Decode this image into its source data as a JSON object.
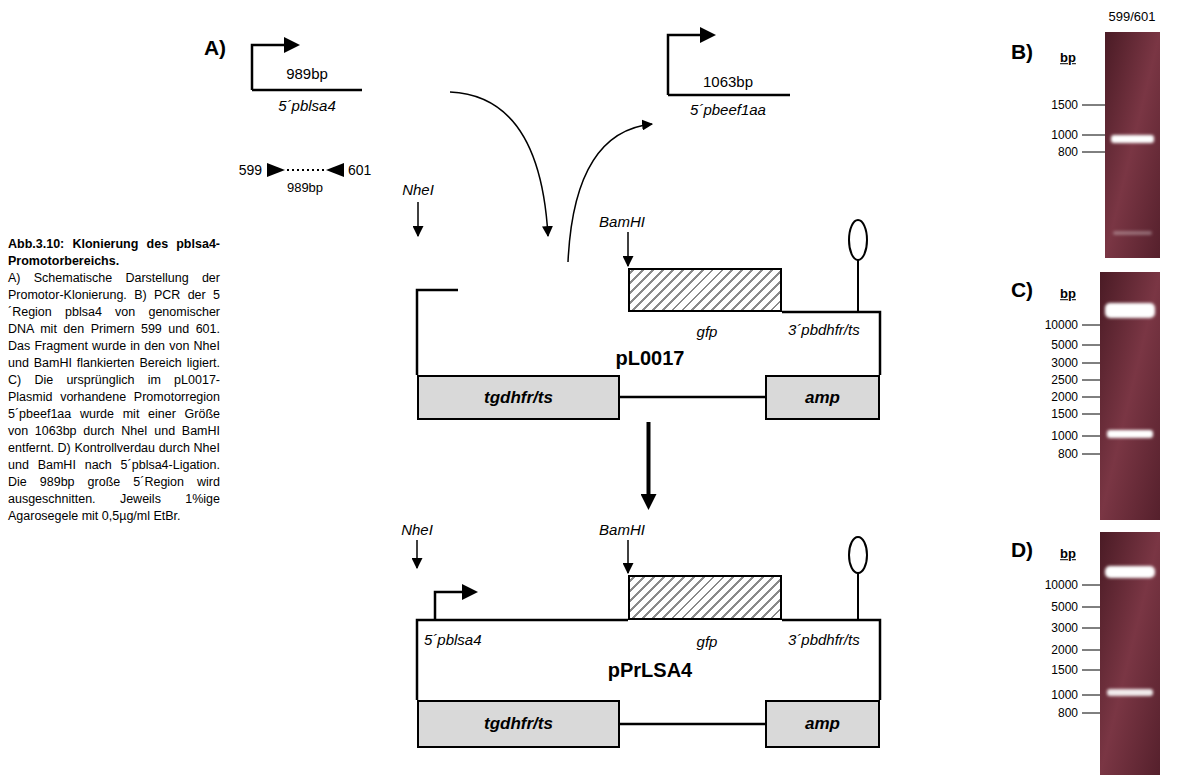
{
  "diagram": {
    "title": "Abb.3.10: Klonierung des pblsa4-Promotorbereichs.",
    "caption": "A) Schematische Darstellung der Promotor-Klonierung. B) PCR der 5´Region pblsa4 von genomischer DNA mit den Primern 599 und 601. Das Fragment wurde in den von NheI und BamHI flankierten Bereich ligiert. C) Die ursprünglich im pL0017-Plasmid vorhandene Promotorregion 5´pbeef1aa wurde mit einer Größe von 1063bp durch NheI und BamHI entfernt. D) Kontrollverdau durch NheI und BamHI nach 5´pblsa4-Ligation. Die 989bp große 5´Region wird ausgeschnitten. Jeweils 1%ige Agarosegele mit 0,5µg/ml EtBr.",
    "nodes": [
      {
        "text": [
          "pL0017"
        ]
      },
      {
        "text": [
          "gfp"
        ],
        "in": 0
      },
      {
        "text": [
          "tgdhfr/ts"
        ],
        "in": 0
      },
      {
        "text": [
          "amp"
        ],
        "in": 0
      },
      {
        "text": [
          "pPrLSA4"
        ]
      },
      {
        "text": [
          "gfp"
        ],
        "in": 4
      },
      {
        "text": [
          "tgdhfr/ts"
        ],
        "in": 4
      },
      {
        "text": [
          "amp"
        ],
        "in": 4
      }
    ],
    "edges": [
      {
        "from": 0,
        "to": 4,
        "arrow": "to"
      }
    ],
    "labels": [
      "A)",
      "989bp",
      "5´pblsa4",
      "599",
      "989bp",
      "601",
      "NheI",
      "1063bp",
      "5´pbeef1aa",
      "BamHI",
      "3´pbdhfr/ts",
      "NheI",
      "BamHI",
      "5´pblsa4",
      "3´pbdhfr/ts",
      "B)",
      "599/601",
      "bp",
      "1500",
      "1000",
      "800",
      "C)",
      "bp",
      "10000",
      "5000",
      "3000",
      "2500",
      "2000",
      "1500",
      "1000",
      "800",
      "D)",
      "bp",
      "10000",
      "5000",
      "3000",
      "2000",
      "1500",
      "1000",
      "800"
    ]
  }
}
